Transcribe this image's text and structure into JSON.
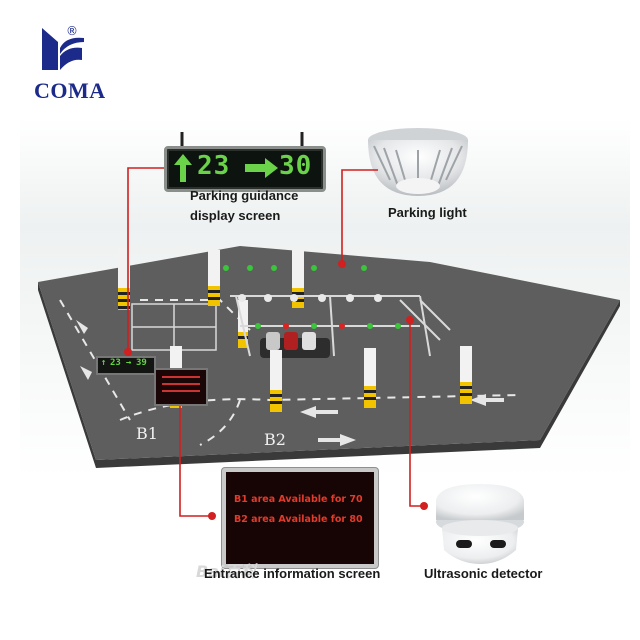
{
  "brand": {
    "name": "COMA",
    "registered_mark": "®"
  },
  "labels": {
    "guidance_line1": "Parking guidance",
    "guidance_line2": "display screen",
    "parking_light": "Parking light",
    "entrance_screen": "Entrance information screen",
    "ultrasonic": "Ultrasonic detector"
  },
  "guidance_display": {
    "count_left": "23",
    "count_right": "30",
    "left_icon": "arrow-up-icon",
    "right_icon": "arrow-right-icon"
  },
  "mini_guidance": {
    "count_left": "23",
    "count_right": "39"
  },
  "entrance_display": {
    "line1": "B1 area Available for 70",
    "line2": "B2 area Available for  80"
  },
  "floor_labels": {
    "b1": "B1",
    "b2": "B2"
  },
  "watermark": "Bai百科",
  "colors": {
    "brand": "#1c2a8a",
    "led_green": "#6bd34a",
    "led_red": "#e43a2a",
    "callout_line": "#d21f1f",
    "floor": "#5e5e5e"
  }
}
